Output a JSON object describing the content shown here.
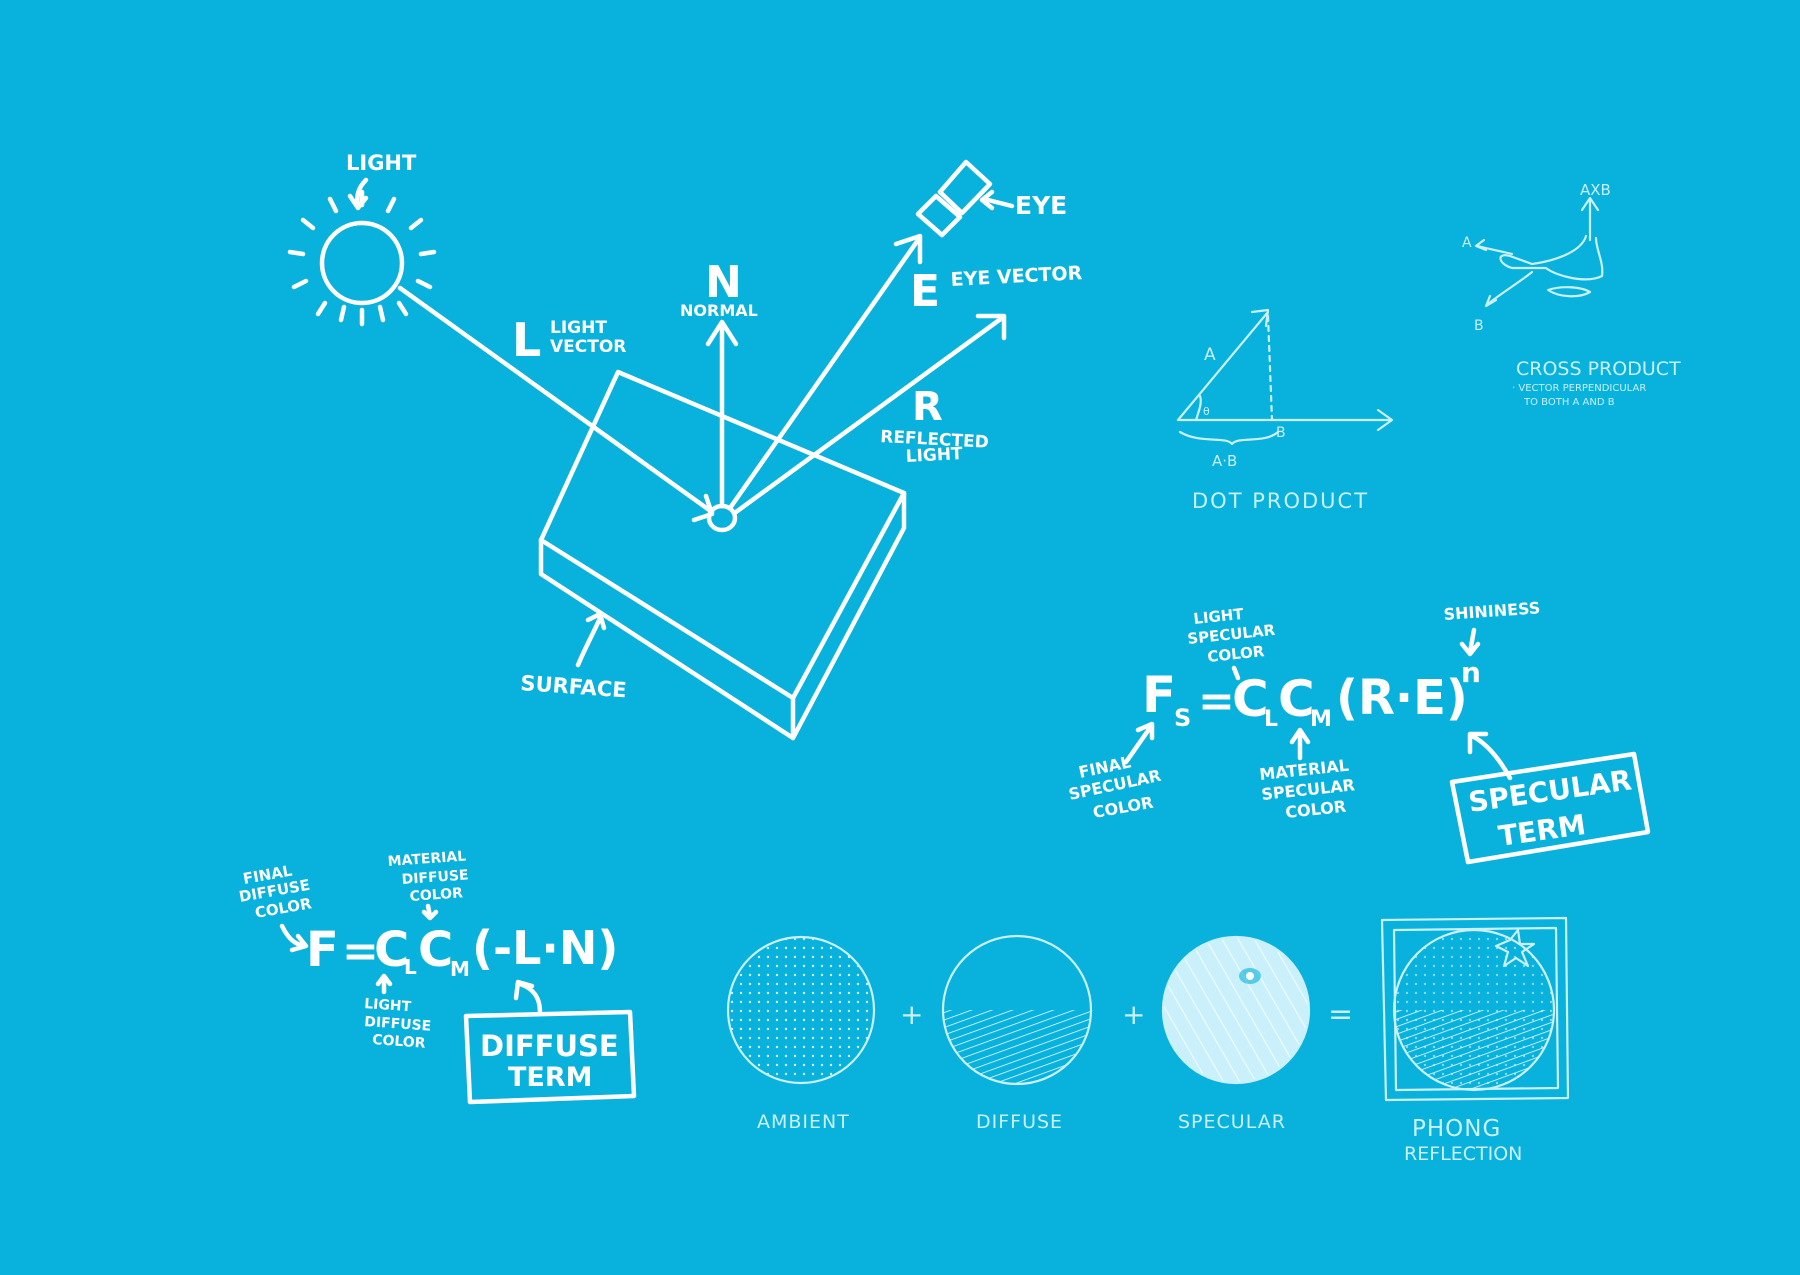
{
  "scene": {
    "light_label": "LIGHT",
    "eye_label": "EYE",
    "normal_letter": "N",
    "normal_label": "NORMAL",
    "light_vector_letter": "L",
    "light_vector_label_1": "LIGHT",
    "light_vector_label_2": "VECTOR",
    "eye_vector_letter": "E",
    "eye_vector_label": "EYE VECTOR",
    "reflected_letter": "R",
    "reflected_label_1": "REFLECTED",
    "reflected_label_2": "LIGHT",
    "surface_label": "SURFACE"
  },
  "dot_product": {
    "a_label": "A",
    "b_label": "B",
    "theta": "θ",
    "projection_label": "A·B",
    "title": "DOT PRODUCT"
  },
  "cross_product": {
    "axb_label": "AXB",
    "a_label": "A",
    "b_label": "B",
    "title": "CROSS PRODUCT",
    "caption_1": "· VECTOR PERPENDICULAR",
    "caption_2": "TO BOTH A AND B"
  },
  "specular": {
    "formula_f": "F",
    "formula_sub_s": "S",
    "formula_eq": "=",
    "formula_c1": "C",
    "formula_sub_l": "L",
    "formula_c2": "C",
    "formula_sub_m": "M",
    "formula_paren": "(R·E)",
    "formula_exp": "n",
    "shininess_label": "SHININESS",
    "light_spec_1": "LIGHT",
    "light_spec_2": "SPECULAR",
    "light_spec_3": "COLOR",
    "final_spec_1": "FINAL",
    "final_spec_2": "SPECULAR",
    "final_spec_3": "COLOR",
    "material_spec_1": "MATERIAL",
    "material_spec_2": "SPECULAR",
    "material_spec_3": "COLOR",
    "term_1": "SPECULAR",
    "term_2": "TERM"
  },
  "diffuse": {
    "formula_f": "F",
    "formula_eq": "=",
    "formula_c1": "C",
    "formula_sub_l": "L",
    "formula_c2": "C",
    "formula_sub_m": "M",
    "formula_paren": "(-L·N)",
    "final_1": "FINAL",
    "final_2": "DIFFUSE",
    "final_3": "COLOR",
    "material_1": "MATERIAL",
    "material_2": "DIFFUSE",
    "material_3": "COLOR",
    "light_1": "LIGHT",
    "light_2": "DIFFUSE",
    "light_3": "COLOR",
    "term_1": "DIFFUSE",
    "term_2": "TERM"
  },
  "phong": {
    "ambient_label": "AMBIENT",
    "diffuse_label": "DIFFUSE",
    "specular_label": "SPECULAR",
    "plus_1": "+",
    "plus_2": "+",
    "equals": "=",
    "result_1": "PHONG",
    "result_2": "REFLECTION"
  },
  "colors": {
    "background": "#08b2dc",
    "ink": "#ffffff",
    "soft_ink": "#c9f0fb"
  }
}
